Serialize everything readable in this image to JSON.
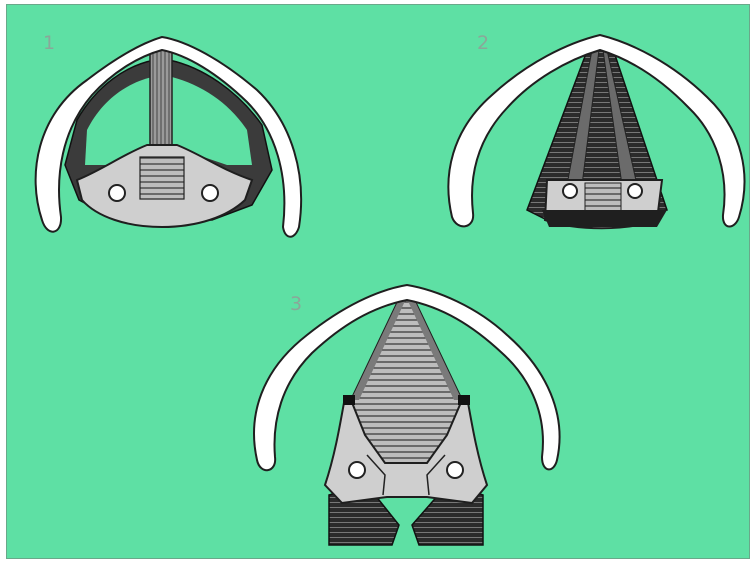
{
  "colors": {
    "background": "#5ee0a4",
    "bone": "#ffffff",
    "outline": "#1f1f1f",
    "shade": "#8a8a8a"
  },
  "panels": [
    {
      "number": "1"
    },
    {
      "number": "2"
    },
    {
      "number": "3"
    }
  ]
}
